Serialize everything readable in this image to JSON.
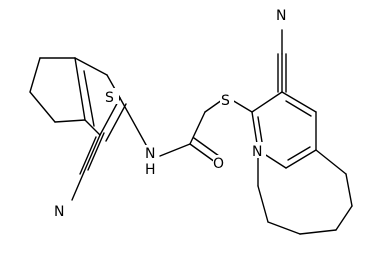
{
  "atoms": {
    "thiophene_s": "S",
    "amide_n": "N",
    "amide_h": "H",
    "amide_o": "O",
    "thioether_s": "S",
    "cyano_n_left": "N",
    "cyano_n_right": "N",
    "pyridine_n": "N"
  },
  "colors": {
    "bond": "#000000",
    "label": "#000000",
    "background": "#ffffff"
  }
}
